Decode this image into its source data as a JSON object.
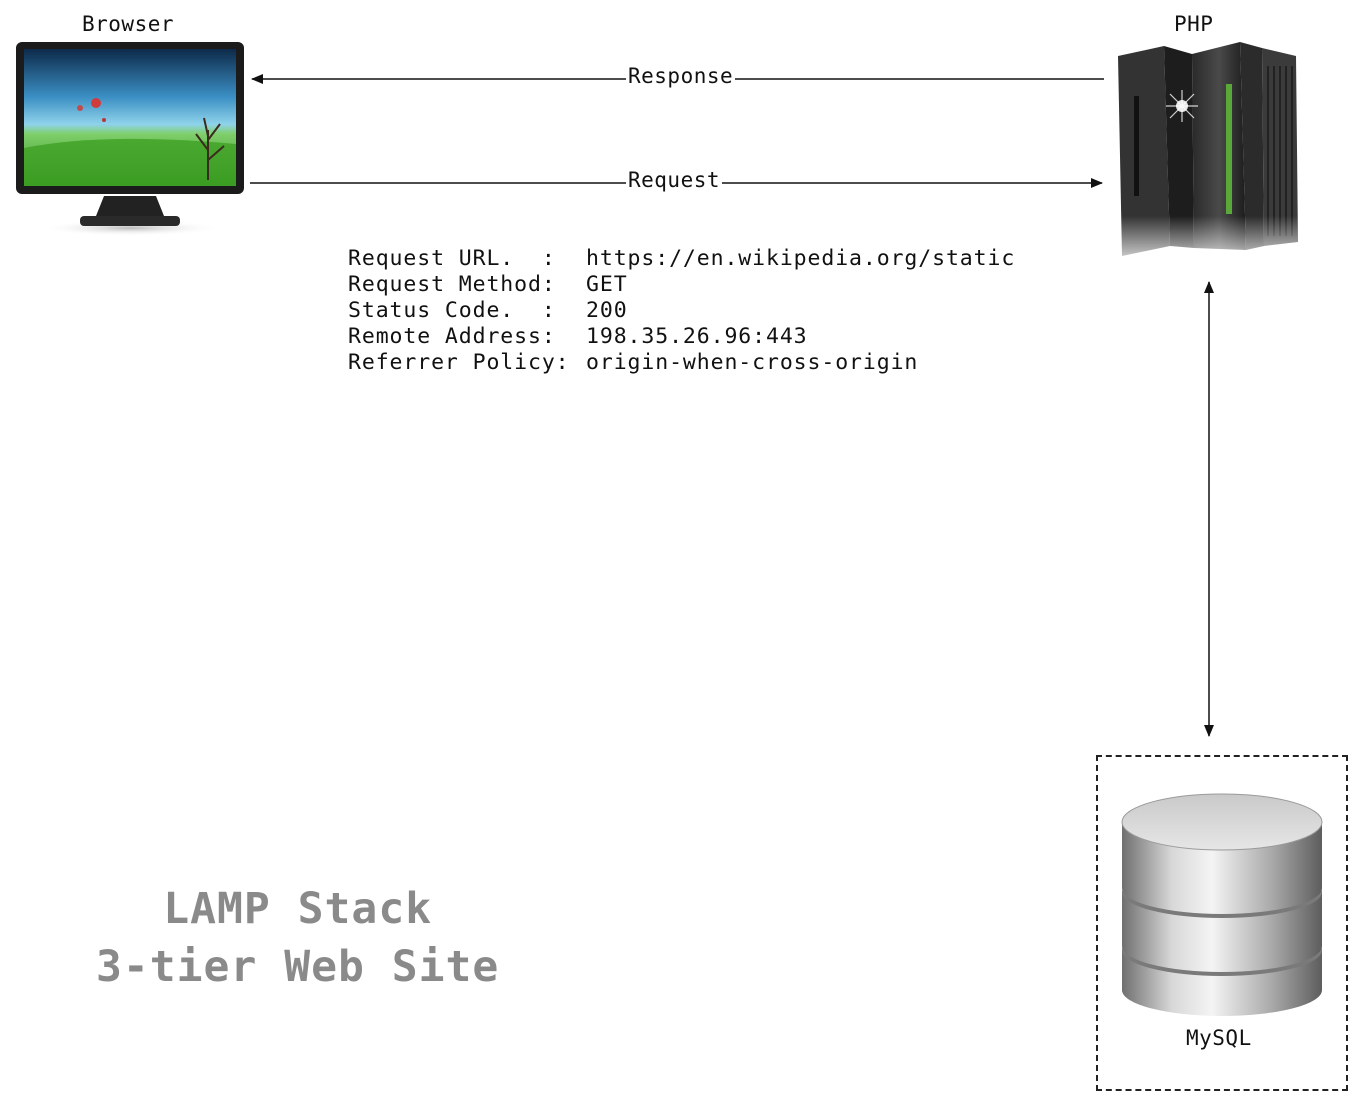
{
  "nodes": {
    "browser": "Browser",
    "php": "PHP",
    "mysql": "MySQL"
  },
  "edges": {
    "response": "Response",
    "request": "Request"
  },
  "request_info": [
    {
      "key": "Request URL.  :",
      "value": "https://en.wikipedia.org/static"
    },
    {
      "key": "Request Method:",
      "value": "GET"
    },
    {
      "key": "Status Code.  :",
      "value": "200"
    },
    {
      "key": "Remote Address:",
      "value": "198.35.26.96:443"
    },
    {
      "key": "Referrer Policy:",
      "value": "origin-when-cross-origin"
    }
  ],
  "title": {
    "line1": "LAMP Stack",
    "line2": "3-tier Web Site"
  },
  "colors": {
    "title": "#8a8a8a",
    "arrow": "#111111"
  },
  "icons": {
    "browser": "monitor-icon",
    "php": "server-icon",
    "mysql": "database-icon"
  }
}
